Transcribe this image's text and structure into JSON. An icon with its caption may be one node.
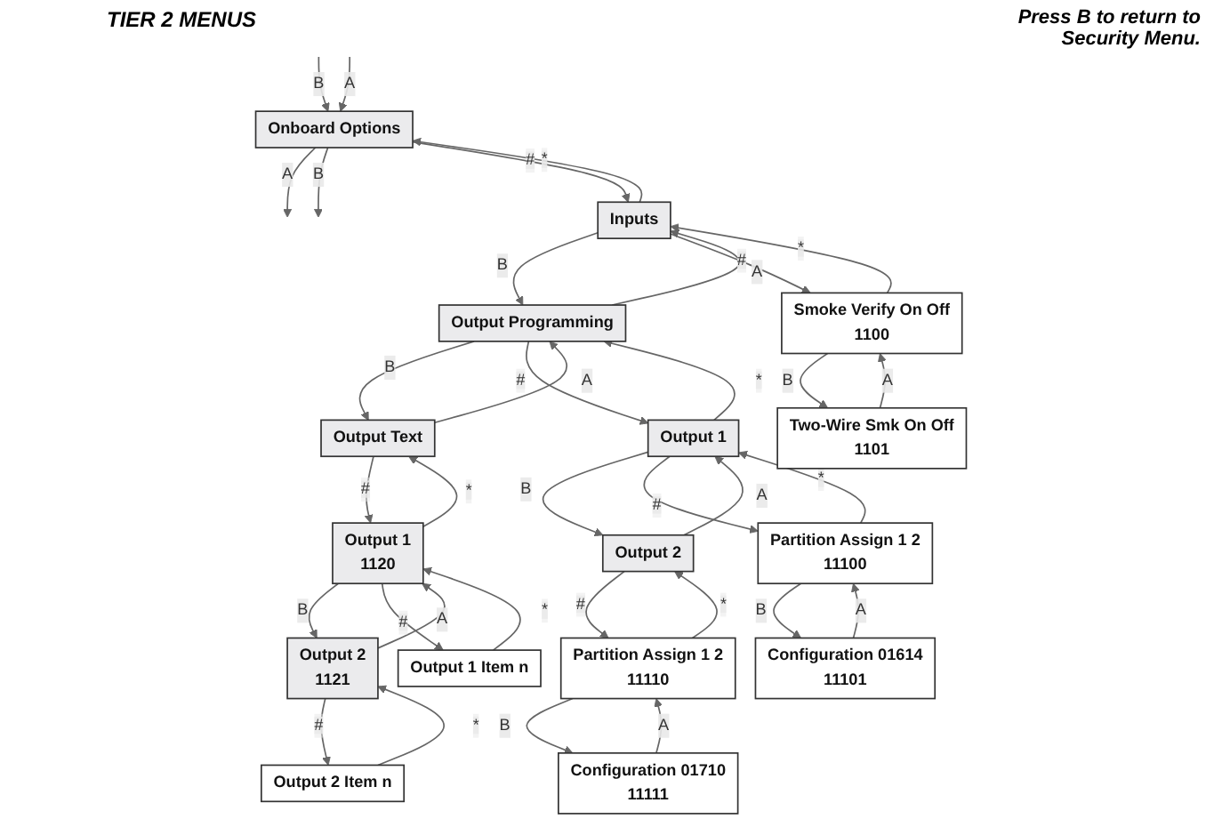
{
  "diagram": {
    "title": "TIER 2 MENUS",
    "nodes": [
      {
        "text": [
          "Onboard Options"
        ]
      },
      {
        "text": [
          "Inputs"
        ]
      },
      {
        "text": [
          "Output Programming"
        ]
      },
      {
        "text": [
          "Output Text"
        ]
      },
      {
        "text": [
          "Smoke Verify On Off",
          "1100"
        ]
      },
      {
        "text": [
          "Two-Wire Smk On Off",
          "1101"
        ]
      },
      {
        "text": [
          "Output 1"
        ]
      },
      {
        "text": [
          "Output 2"
        ]
      },
      {
        "text": [
          "Partition Assign 1 2",
          "11100"
        ]
      },
      {
        "text": [
          "Partition Assign 1 2",
          "11110"
        ]
      },
      {
        "text": [
          "Configuration 01614",
          "11101"
        ]
      },
      {
        "text": [
          "Configuration 01710",
          "11111"
        ]
      },
      {
        "text": [
          "Output 1",
          "1120"
        ]
      },
      {
        "text": [
          "Output 2",
          "1121"
        ]
      },
      {
        "text": [
          "Output 1 Item n"
        ]
      },
      {
        "text": [
          "Output 2 Item n"
        ]
      }
    ],
    "edges": [
      {
        "from": null,
        "to": 0,
        "arrow": "to",
        "label": "B"
      },
      {
        "from": 0,
        "to": null,
        "arrow": "to",
        "label": "A"
      },
      {
        "from": 0,
        "to": null,
        "arrow": "to",
        "label": "B"
      },
      {
        "from": null,
        "to": 0,
        "arrow": "to",
        "label": "A"
      },
      {
        "from": 0,
        "to": 1,
        "arrow": "to",
        "label": "#"
      },
      {
        "from": 1,
        "to": 0,
        "arrow": "to",
        "label": "*"
      },
      {
        "from": 1,
        "to": 2,
        "arrow": "to",
        "label": "B"
      },
      {
        "from": 2,
        "to": 1,
        "arrow": "to",
        "label": "A"
      },
      {
        "from": 2,
        "to": 3,
        "arrow": "to",
        "label": "B"
      },
      {
        "from": 3,
        "to": 2,
        "arrow": "to",
        "label": "A"
      },
      {
        "from": 1,
        "to": 4,
        "arrow": "to",
        "label": "#"
      },
      {
        "from": 4,
        "to": 1,
        "arrow": "to",
        "label": "*"
      },
      {
        "from": 4,
        "to": 5,
        "arrow": "to",
        "label": "B"
      },
      {
        "from": 5,
        "to": 4,
        "arrow": "to",
        "label": "A"
      },
      {
        "from": 2,
        "to": 6,
        "arrow": "to",
        "label": "#"
      },
      {
        "from": 6,
        "to": 2,
        "arrow": "to",
        "label": "*"
      },
      {
        "from": 6,
        "to": 7,
        "arrow": "to",
        "label": "B"
      },
      {
        "from": 7,
        "to": 6,
        "arrow": "to",
        "label": "A"
      },
      {
        "from": 6,
        "to": 8,
        "arrow": "to",
        "label": "#"
      },
      {
        "from": 8,
        "to": 6,
        "arrow": "to",
        "label": "*"
      },
      {
        "from": 7,
        "to": 9,
        "arrow": "to",
        "label": "#"
      },
      {
        "from": 9,
        "to": 7,
        "arrow": "to",
        "label": "*"
      },
      {
        "from": 8,
        "to": 10,
        "arrow": "to",
        "label": "B"
      },
      {
        "from": 10,
        "to": 8,
        "arrow": "to",
        "label": "A"
      },
      {
        "from": 9,
        "to": 11,
        "arrow": "to",
        "label": "B"
      },
      {
        "from": 11,
        "to": 9,
        "arrow": "to",
        "label": "A"
      },
      {
        "from": 3,
        "to": 12,
        "arrow": "to",
        "label": "#"
      },
      {
        "from": 12,
        "to": 3,
        "arrow": "to",
        "label": "*"
      },
      {
        "from": 12,
        "to": 13,
        "arrow": "to",
        "label": "B"
      },
      {
        "from": 13,
        "to": 12,
        "arrow": "to",
        "label": "A"
      },
      {
        "from": 12,
        "to": 14,
        "arrow": "to",
        "label": "#"
      },
      {
        "from": 14,
        "to": 12,
        "arrow": "to",
        "label": "*"
      },
      {
        "from": 13,
        "to": 15,
        "arrow": "to",
        "label": "#"
      },
      {
        "from": 15,
        "to": 13,
        "arrow": "to",
        "label": "*"
      }
    ],
    "labels": [
      "Press B to return to Security Menu."
    ]
  }
}
